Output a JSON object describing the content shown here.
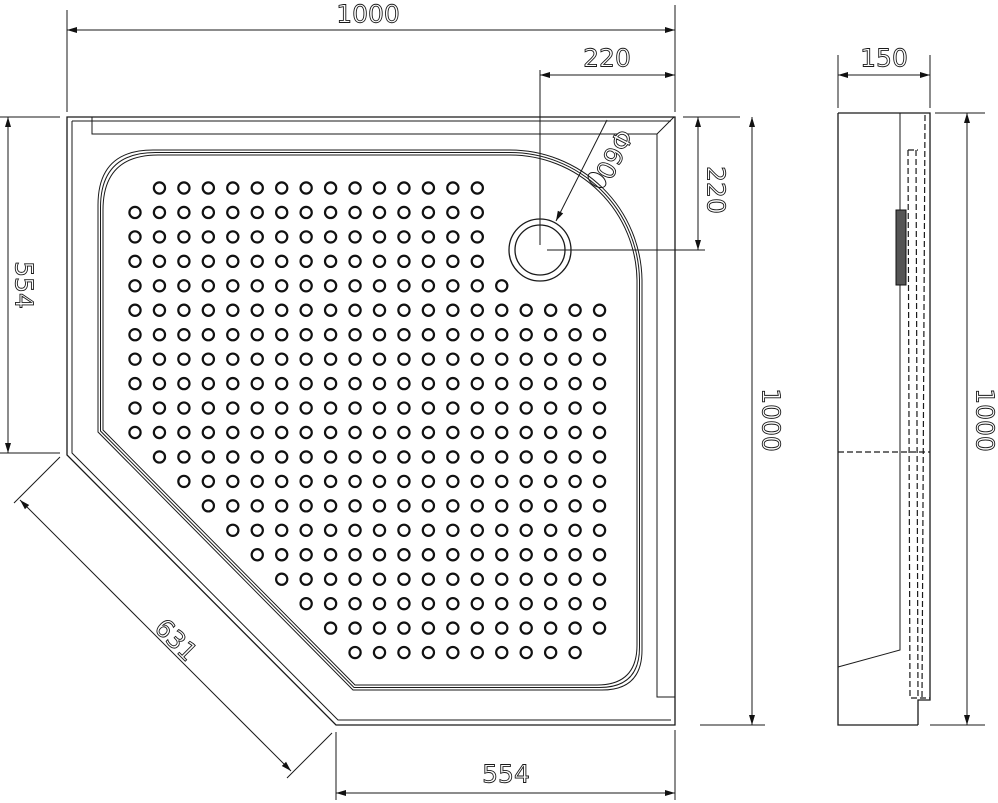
{
  "drawing": {
    "plan_view": {
      "overall_width_label": "1000",
      "drain_offset_x_label": "220",
      "drain_offset_y_label": "220",
      "drain_diameter_label": "Φ60",
      "left_side_label": "554",
      "diagonal_label": "631",
      "bottom_side_label": "554",
      "overall_depth_label": "1000"
    },
    "side_view": {
      "height_label": "150",
      "length_label": "1000"
    }
  }
}
